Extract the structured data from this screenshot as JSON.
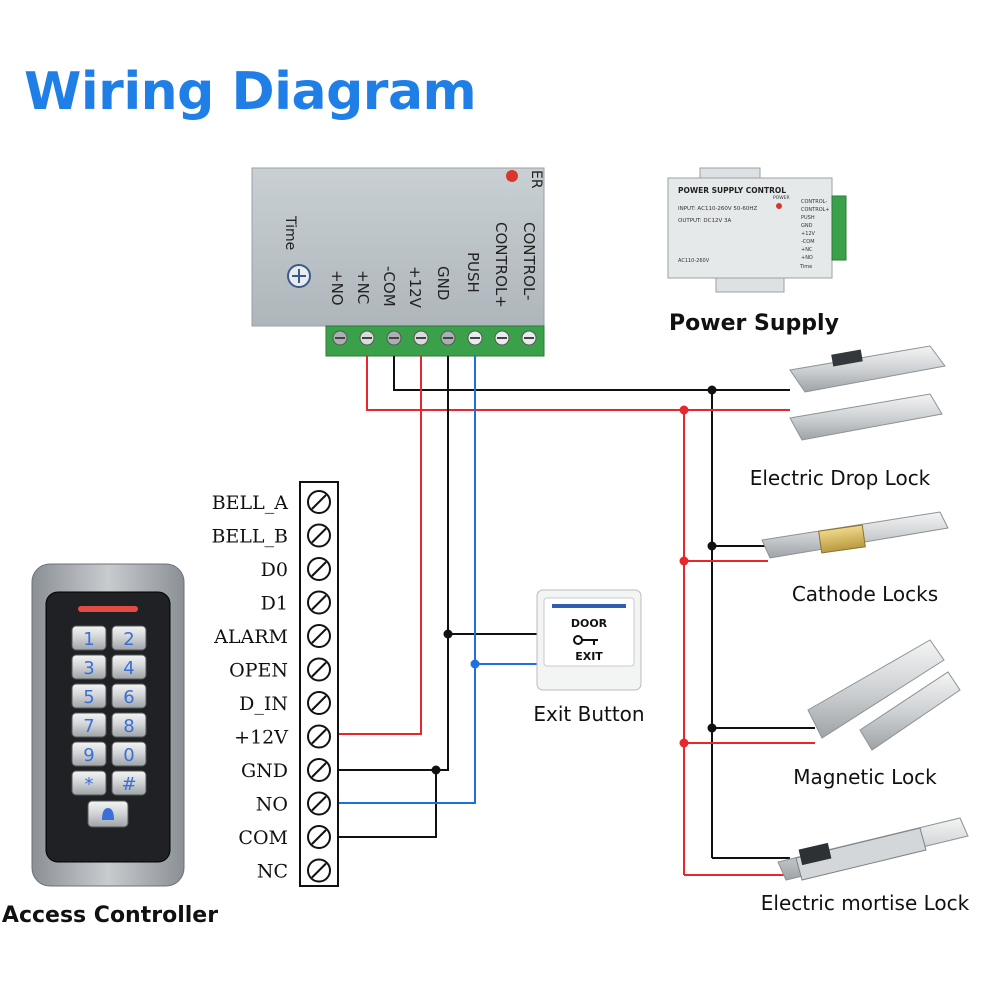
{
  "title": "Wiring Diagram",
  "colors": {
    "title": "#1f7fe6",
    "wire_red": "#e8262b",
    "wire_black": "#111111",
    "wire_blue": "#1e6fe0",
    "terminal_green": "#3aa14a"
  },
  "controller_box": {
    "label_time": "Time",
    "terminals": [
      "+NO",
      "+NC",
      "-COM",
      "+12V",
      "GND",
      "PUSH",
      "CONTROL+",
      "CONTROL-"
    ],
    "partial_label": "ER"
  },
  "power_supply": {
    "caption": "Power Supply",
    "header": "POWER SUPPLY CONTROL",
    "input": "INPUT: AC110-260V 50-60HZ",
    "output": "OUTPUT: DC12V 3A",
    "power": "POWER",
    "side_labels": [
      "CONTROL-",
      "CONTROL+",
      "PUSH",
      "GND",
      "+12V",
      "-COM",
      "+NC",
      "+NO"
    ],
    "time": "Time",
    "bottom": "AC110-260V"
  },
  "terminal_block": {
    "labels": [
      "BELL_A",
      "BELL_B",
      "D0",
      "D1",
      "ALARM",
      "OPEN",
      "D_IN",
      "+12V",
      "GND",
      "NO",
      "COM",
      "NC"
    ]
  },
  "access_controller": {
    "caption": "Access Controller",
    "keys": [
      "1",
      "2",
      "3",
      "4",
      "5",
      "6",
      "7",
      "8",
      "9",
      "0",
      "*",
      "#"
    ]
  },
  "exit_button": {
    "caption": "Exit Button",
    "line1": "DOOR",
    "line2": "EXIT"
  },
  "locks": [
    {
      "caption": "Electric Drop Lock"
    },
    {
      "caption": "Cathode Locks"
    },
    {
      "caption": "Magnetic Lock"
    },
    {
      "caption": "Electric mortise Lock"
    }
  ]
}
